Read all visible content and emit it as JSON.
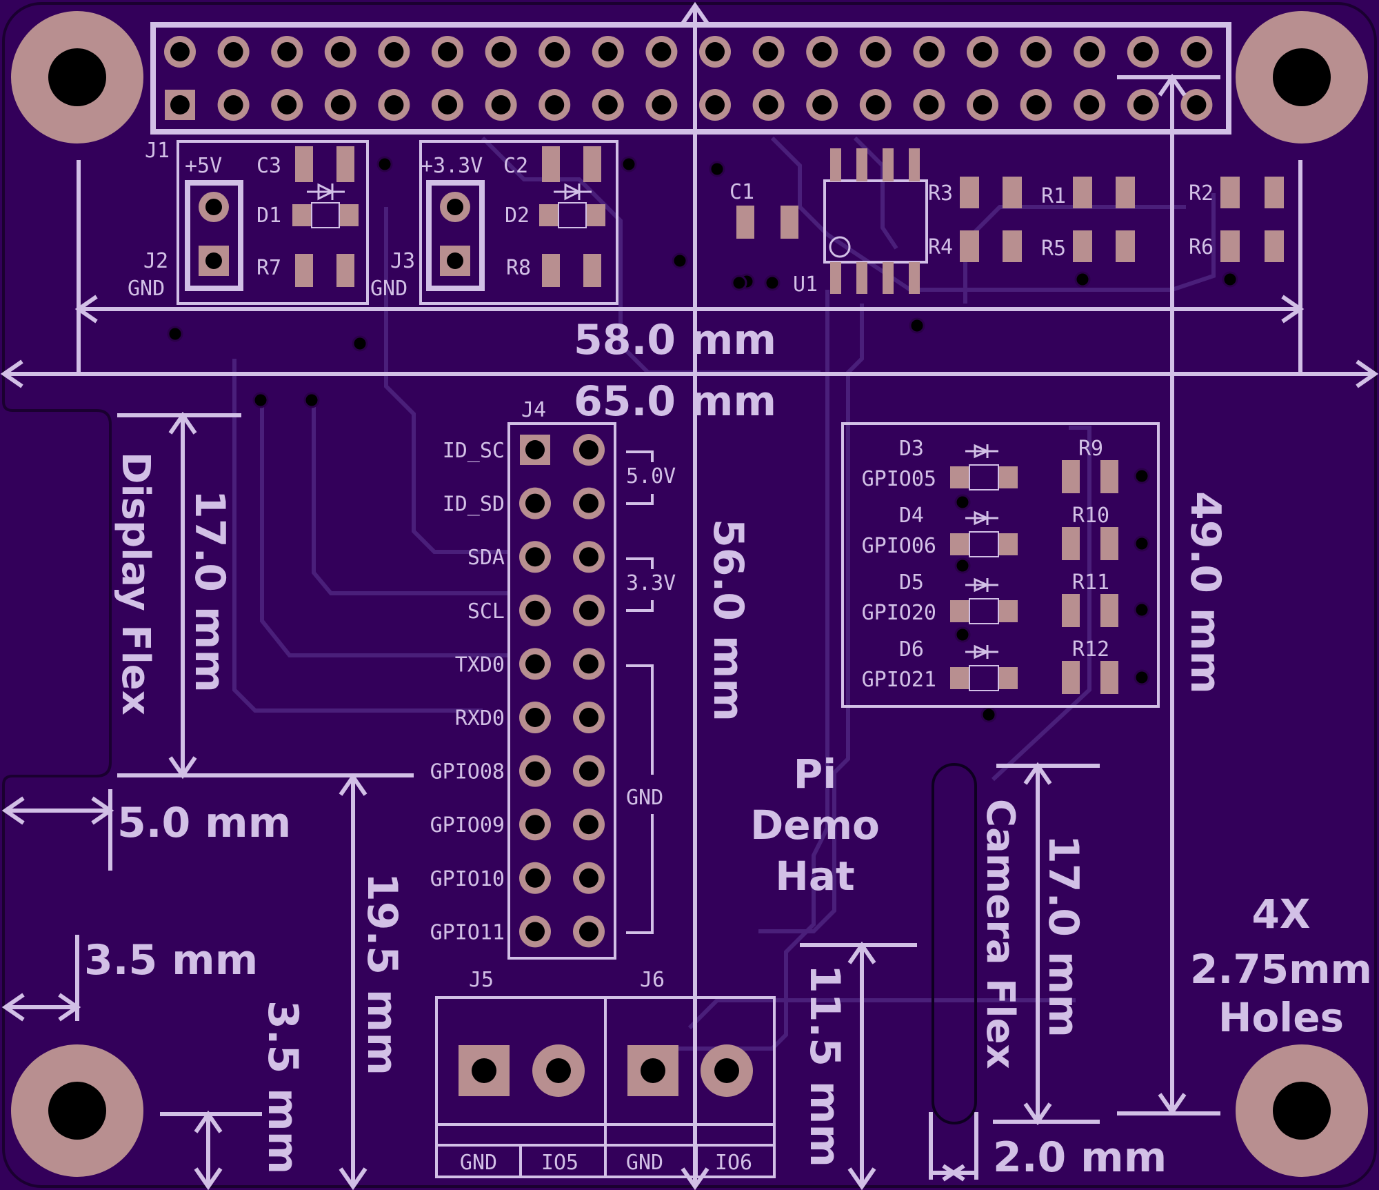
{
  "board": {
    "title_lines": [
      "Pi",
      "Demo",
      "Hat"
    ],
    "colors": {
      "soldermask": "#33005a",
      "silkscreen": "#d2c0e6",
      "copper_pad": "#b88f90",
      "drill": "#000000",
      "trace": "#4a1f7a"
    }
  },
  "dimensions": {
    "d58": "58.0 mm",
    "d65": "65.0 mm",
    "d56": "56.0 mm",
    "d49": "49.0 mm",
    "d17_display": "17.0 mm",
    "d17_camera": "17.0 mm",
    "d5": "5.0 mm",
    "d3_5_h": "3.5 mm",
    "d3_5_v": "3.5 mm",
    "d19_5": "19.5 mm",
    "d11_5": "11.5 mm",
    "d2": "2.0 mm"
  },
  "notes": {
    "display_flex": "Display Flex",
    "camera_flex": "Camera Flex",
    "holes": [
      "4X",
      "2.75mm",
      "Holes"
    ]
  },
  "components": {
    "J1": "J1",
    "J2": "J2",
    "J3": "J3",
    "J4": "J4",
    "J5": "J5",
    "J6": "J6",
    "U1": "U1",
    "C1": "C1",
    "C2": "C2",
    "C3": "C3",
    "D1": "D1",
    "D2": "D2",
    "R1": "R1",
    "R2": "R2",
    "R3": "R3",
    "R4": "R4",
    "R5": "R5",
    "R6": "R6",
    "R7": "R7",
    "R8": "R8",
    "p5v": "+5V",
    "p33v": "+3.3V",
    "gnd": "GND"
  },
  "j4_labels": [
    "ID_SC",
    "ID_SD",
    "SDA",
    "SCL",
    "TXD0",
    "RXD0",
    "GPIO08",
    "GPIO09",
    "GPIO10",
    "GPIO11"
  ],
  "j4_groups": [
    "5.0V",
    "3.3V",
    "GND"
  ],
  "led_rows": [
    {
      "diode": "D3",
      "gpio": "GPIO05",
      "res": "R9"
    },
    {
      "diode": "D4",
      "gpio": "GPIO06",
      "res": "R10"
    },
    {
      "diode": "D5",
      "gpio": "GPIO20",
      "res": "R11"
    },
    {
      "diode": "D6",
      "gpio": "GPIO21",
      "res": "R12"
    }
  ],
  "terminal_labels": [
    "GND",
    "IO5",
    "GND",
    "IO6"
  ]
}
